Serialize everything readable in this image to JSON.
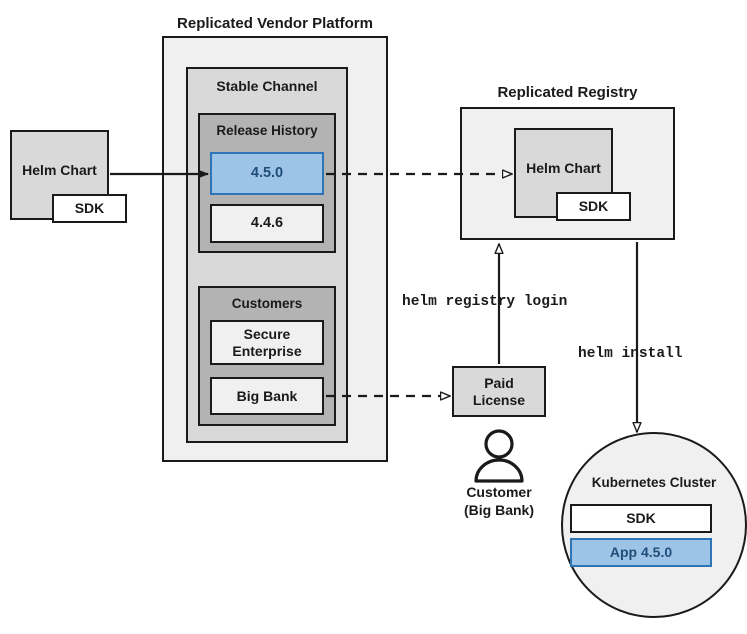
{
  "diagram": {
    "title_vendor_platform": "Replicated Vendor Platform",
    "title_registry": "Replicated Registry",
    "stable_channel": "Stable Channel",
    "release_history": "Release History",
    "customers": "Customers",
    "kubernetes_cluster": "Kubernetes Cluster"
  },
  "boxes": {
    "source_helm_chart": "Helm Chart",
    "source_sdk": "SDK",
    "release_current": "4.5.0",
    "release_previous": "4.4.6",
    "customer_secure_enterprise": "Secure\nEnterprise",
    "customer_secure_enterprise_line1": "Secure",
    "customer_secure_enterprise_line2": "Enterprise",
    "customer_big_bank": "Big Bank",
    "registry_helm_chart": "Helm Chart",
    "registry_sdk": "SDK",
    "paid_license_line1": "Paid",
    "paid_license_line2": "License",
    "cluster_sdk": "SDK",
    "cluster_app": "App 4.5.0"
  },
  "commands": {
    "registry_login": "helm registry login",
    "install": "helm install"
  },
  "actor": {
    "label_line1": "Customer",
    "label_line2": "(Big Bank)"
  },
  "colors": {
    "accent_blue_fill": "#9dc3e6",
    "accent_blue_border": "#2e75b6",
    "accent_blue_text": "#1f4e79",
    "stroke": "#1a1a1a",
    "fill_light": "#f0f0f0",
    "fill_mid": "#d9d9d9",
    "fill_dark": "#b3b3b3",
    "white": "#ffffff"
  }
}
